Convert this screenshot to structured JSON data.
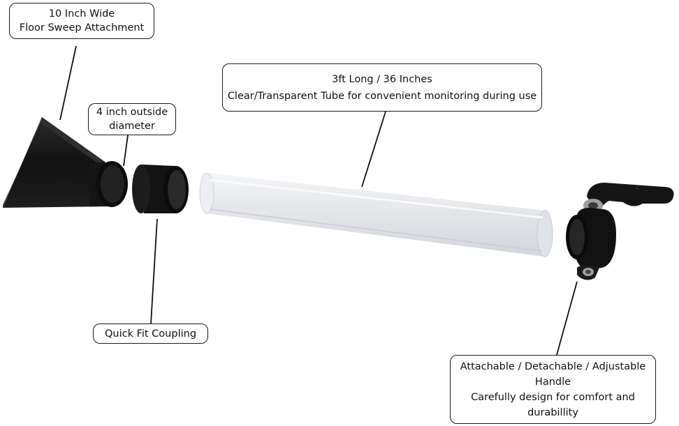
{
  "callouts": {
    "sweep": {
      "line1": "10 Inch Wide",
      "line2": "Floor Sweep Attachment"
    },
    "diameter": {
      "line1": "4 inch outside",
      "line2": "diameter"
    },
    "tube": {
      "line1": "3ft Long / 36 Inches",
      "line2": "Clear/Transparent Tube for convenient monitoring during use"
    },
    "coupling": {
      "line1": "Quick Fit Coupling"
    },
    "handle": {
      "line1": "Attachable / Detachable / Adjustable",
      "line2": "Handle",
      "line3": "Carefully design for comfort and",
      "line4": "durabillity"
    }
  },
  "colors": {
    "part_black": "#141414",
    "tube_fill": "#e6e8ec",
    "background": "#ffffff",
    "leader_line": "#111111"
  }
}
